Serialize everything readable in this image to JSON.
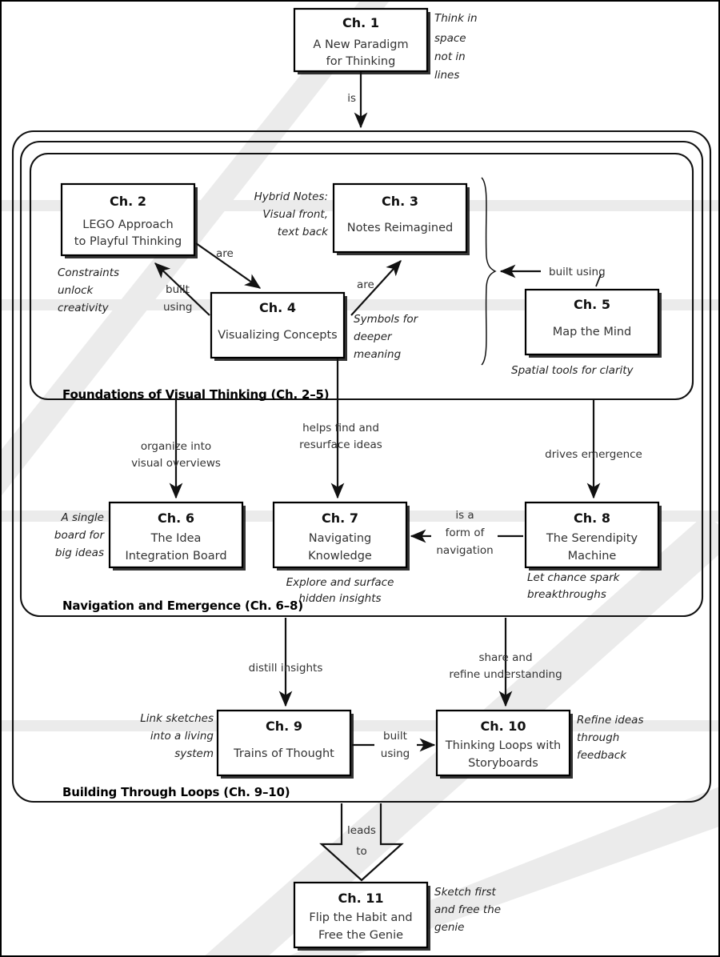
{
  "diagram": {
    "title": "Visual Thinking Book Chapter Map",
    "colors": {
      "ink": "#111111",
      "band": "#EBEBEB",
      "paper": "#FFFFFF"
    },
    "nodes": [
      {
        "id": "ch1",
        "num": "Ch. 1",
        "line1": "A New Paradigm",
        "line2": "for Thinking"
      },
      {
        "id": "ch2",
        "num": "Ch. 2",
        "line1": "LEGO Approach",
        "line2": "to Playful Thinking"
      },
      {
        "id": "ch3",
        "num": "Ch. 3",
        "line1": "Notes Reimagined",
        "line2": ""
      },
      {
        "id": "ch4",
        "num": "Ch. 4",
        "line1": "Visualizing Concepts",
        "line2": ""
      },
      {
        "id": "ch5",
        "num": "Ch. 5",
        "line1": "Map the Mind",
        "line2": ""
      },
      {
        "id": "ch6",
        "num": "Ch. 6",
        "line1": "The Idea",
        "line2": "Integration Board"
      },
      {
        "id": "ch7",
        "num": "Ch. 7",
        "line1": "Navigating",
        "line2": "Knowledge"
      },
      {
        "id": "ch8",
        "num": "Ch. 8",
        "line1": "The Serendipity",
        "line2": "Machine"
      },
      {
        "id": "ch9",
        "num": "Ch. 9",
        "line1": "Trains of Thought",
        "line2": ""
      },
      {
        "id": "ch10",
        "num": "Ch. 10",
        "line1": "Thinking Loops with",
        "line2": "Storyboards"
      },
      {
        "id": "ch11",
        "num": "Ch. 11",
        "line1": "Flip the Habit and",
        "line2": "Free the Genie"
      }
    ],
    "sections": [
      {
        "id": "sec1",
        "label": "Foundations of Visual Thinking (Ch. 2–5)"
      },
      {
        "id": "sec2",
        "label": "Navigation and Emergence (Ch. 6–8)"
      },
      {
        "id": "sec3",
        "label": "Building Through Loops (Ch. 9–10)"
      }
    ],
    "edge_labels": [
      {
        "id": "e_is",
        "text": "is"
      },
      {
        "id": "e_hybrid1",
        "text": "Hybrid Notes:"
      },
      {
        "id": "e_hybrid2",
        "text": "Visual front,"
      },
      {
        "id": "e_hybrid3",
        "text": "text back"
      },
      {
        "id": "e_are_24",
        "text": "are"
      },
      {
        "id": "e_are_43",
        "text": "are"
      },
      {
        "id": "e_built_42a",
        "text": "built"
      },
      {
        "id": "e_built_42b",
        "text": "using"
      },
      {
        "id": "e_builtusing_5",
        "text": "built using"
      },
      {
        "id": "e_org1",
        "text": "organize into"
      },
      {
        "id": "e_org2",
        "text": "visual overviews"
      },
      {
        "id": "e_helps1",
        "text": "helps find and"
      },
      {
        "id": "e_helps2",
        "text": "resurface ideas"
      },
      {
        "id": "e_drives",
        "text": "drives emergence"
      },
      {
        "id": "e_isa1",
        "text": "is a"
      },
      {
        "id": "e_isa2",
        "text": "form of"
      },
      {
        "id": "e_isa3",
        "text": "navigation"
      },
      {
        "id": "e_distill",
        "text": "distill insights"
      },
      {
        "id": "e_share1",
        "text": "share and"
      },
      {
        "id": "e_share2",
        "text": "refine understanding"
      },
      {
        "id": "e_built910a",
        "text": "built"
      },
      {
        "id": "e_built910b",
        "text": "using"
      },
      {
        "id": "e_leads1",
        "text": "leads"
      },
      {
        "id": "e_leads2",
        "text": "to"
      }
    ],
    "notes": [
      {
        "id": "n1",
        "lines": [
          "Think in",
          "space",
          "not in",
          "lines"
        ]
      },
      {
        "id": "n2",
        "lines": [
          "Constraints",
          "unlock",
          "creativity"
        ]
      },
      {
        "id": "n4",
        "lines": [
          "Symbols for",
          "deeper",
          "meaning"
        ]
      },
      {
        "id": "n5",
        "lines": [
          "Spatial tools for clarity"
        ]
      },
      {
        "id": "n6",
        "lines": [
          "A single",
          "board for",
          "big ideas"
        ]
      },
      {
        "id": "n7",
        "lines": [
          "Explore and surface",
          "hidden insights"
        ]
      },
      {
        "id": "n8",
        "lines": [
          "Let chance spark",
          "breakthroughs"
        ]
      },
      {
        "id": "n9",
        "lines": [
          "Link sketches",
          "into a living",
          "system"
        ]
      },
      {
        "id": "n10",
        "lines": [
          "Refine ideas",
          "through",
          "feedback"
        ]
      },
      {
        "id": "n11",
        "lines": [
          "Sketch first",
          "and free the",
          "genie"
        ]
      }
    ]
  }
}
